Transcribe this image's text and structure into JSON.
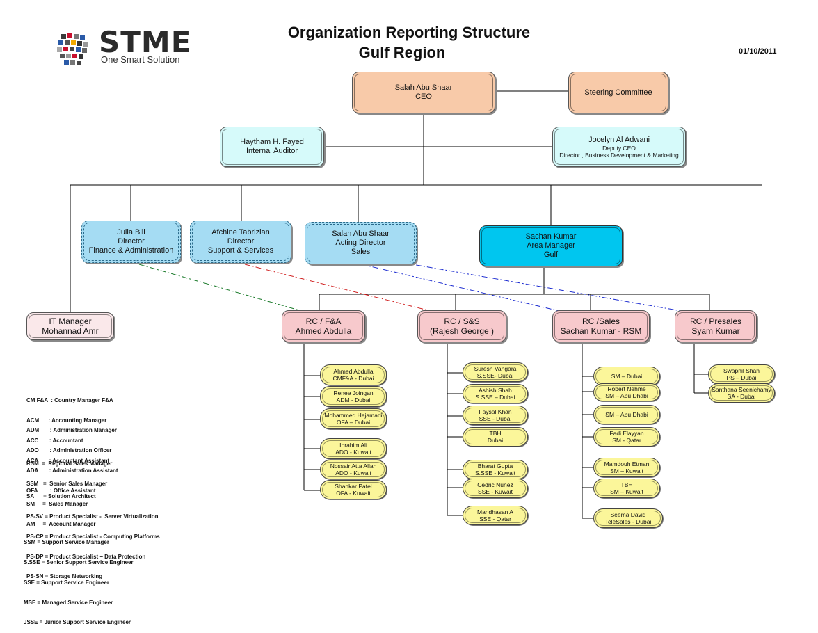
{
  "header": {
    "logo_text": "STME",
    "logo_tagline": "One Smart Solution",
    "title_line1": "Organization Reporting Structure",
    "title_line2": "Gulf  Region",
    "date": "01/10/2011"
  },
  "top": {
    "ceo": {
      "name": "Salah Abu Shaar",
      "role": "CEO"
    },
    "steering": {
      "name": "Steering Committee"
    },
    "auditor": {
      "name": "Haytham H. Fayed",
      "role": "Internal Auditor"
    },
    "deputy": {
      "name": "Jocelyn Al Adwani",
      "role1": "Deputy CEO",
      "role2": "Director , Business Development & Marketing"
    }
  },
  "directors": [
    {
      "name": "Julia Bill",
      "role1": "Director",
      "role2": "Finance & Administration"
    },
    {
      "name": "Afchine Tabrizian",
      "role1": "Director",
      "role2": "Support & Services"
    },
    {
      "name": "Salah Abu Shaar",
      "role1": "Acting Director",
      "role2": "Sales"
    },
    {
      "name": "Sachan Kumar",
      "role1": "Area  Manager",
      "role2": "Gulf"
    }
  ],
  "it_manager": {
    "role": "IT Manager",
    "name": "Mohannad Amr"
  },
  "rc": [
    {
      "line1": "RC / F&A",
      "line2": "Ahmed Abdulla"
    },
    {
      "line1": "RC / S&S",
      "line2": "(Rajesh George )"
    },
    {
      "line1": "RC /Sales",
      "line2": "Sachan Kumar - RSM"
    },
    {
      "line1": "RC / Presales",
      "line2": "Syam Kumar"
    }
  ],
  "staff_fa": [
    {
      "name": "Ahmed Abdulla",
      "role": "CMF&A - Dubai"
    },
    {
      "name": "Renee Joingan",
      "role": "ADM - Dubai"
    },
    {
      "name": "Mohammed Hejamadi",
      "role": "OFA – Dubai"
    },
    {
      "name": "Ibrahim Ali",
      "role": "ADO  - Kuwait"
    },
    {
      "name": "Nossair Atta Allah",
      "role": "ADO  - Kuwait"
    },
    {
      "name": "Shankar Patel",
      "role": "OFA - Kuwait"
    }
  ],
  "staff_ss": [
    {
      "name": "Suresh Vangara",
      "role": "S.SSE- Dubai"
    },
    {
      "name": "Ashish Shah",
      "role": "S.SSE – Dubai"
    },
    {
      "name": "Faysal Khan",
      "role": "SSE - Dubai"
    },
    {
      "name": "TBH",
      "role": "Dubai"
    },
    {
      "name": "Bharat Gupta",
      "role": "S.SSE - Kuwait"
    },
    {
      "name": "Cedric Nunez",
      "role": "SSE - Kuwait"
    },
    {
      "name": "Maridhasan A",
      "role": "SSE - Qatar"
    }
  ],
  "staff_sales": [
    {
      "name": "SM – Dubai",
      "role": ""
    },
    {
      "name": "Robert Nehme",
      "role": "SM – Abu Dhabi"
    },
    {
      "name": "SM – Abu Dhabi",
      "role": ""
    },
    {
      "name": "Fadi Elayyan",
      "role": "SM - Qatar"
    },
    {
      "name": "Mamdouh Etman",
      "role": "SM – Kuwait"
    },
    {
      "name": "TBH",
      "role": "SM – Kuwait"
    },
    {
      "name": "Seema David",
      "role": "TeleSales - Dubai"
    }
  ],
  "staff_presales": [
    {
      "name": "Swapnil Shah",
      "role": "PS – Dubai"
    },
    {
      "name": "Santhana Seenichamy",
      "role": "SA - Dubai"
    }
  ],
  "legend": {
    "g1": [
      "CM F&A  : Country Manager F&A",
      "ACM      : Accounting Manager",
      "ACC       : Accountant",
      "ACA       : Accountant Assistant"
    ],
    "g2": [
      "ADM       : Administration Manager",
      "ADO       : Administration Officer",
      "ADA       : Administration Assistant",
      "OFA        : Office Assistant"
    ],
    "g3": [
      "RSM  =  Regional Sales Manager",
      "SSM   =  Senior Sales Manager",
      "SM     =  Sales Manager",
      "AM     =  Account Manager"
    ],
    "g4": [
      "SA      = Solution Architect",
      "PS-SV = Product Specialist -  Server Virtualization",
      "PS-CP = Product Specialist - Computing Platforms",
      "PS-DP = Product Specialist – Data Protection",
      "PS-SN = Storage Networking"
    ],
    "g5": [
      "SSM = Support Service Manager",
      "S.SSE = Senior Support Service Engineer",
      "SSE = Support Service Engineer",
      "MSE = Managed Service Engineer",
      "JSSE = Junior Support Service Engineer"
    ]
  }
}
